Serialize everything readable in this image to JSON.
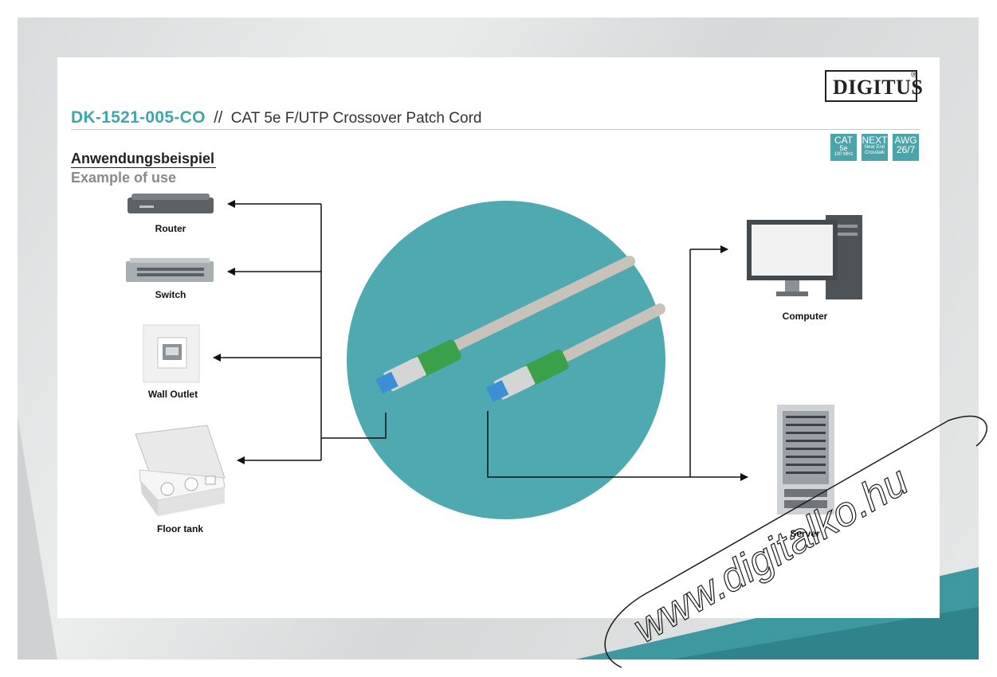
{
  "brand": {
    "name": "DIGITUS",
    "registered": "®"
  },
  "title": {
    "sku": "DK-1521-005-CO",
    "separator": "//",
    "product": "CAT 5e F/UTP Crossover Patch Cord"
  },
  "badges": [
    {
      "line1": "CAT",
      "line2": "5e",
      "line3": "100 MHz"
    },
    {
      "line1": "NEXT",
      "line2": "Near End",
      "line3": "Crosstalk"
    },
    {
      "line1": "AWG",
      "line2": "26/7",
      "line3": ""
    }
  ],
  "heading": {
    "german": "Anwendungsbeispiel",
    "english": "Example of use"
  },
  "devices_left": [
    "Router",
    "Switch",
    "Wall Outlet",
    "Floor tank"
  ],
  "devices_right": [
    "Computer",
    "Server"
  ],
  "watermark": "www.digitalko.hu",
  "colors": {
    "accent": "#3fa6ad",
    "circle": "#4ea9b0",
    "cable": "#c9c2b8",
    "boot": "#3aa04a",
    "connector": "#3c8fd6"
  }
}
